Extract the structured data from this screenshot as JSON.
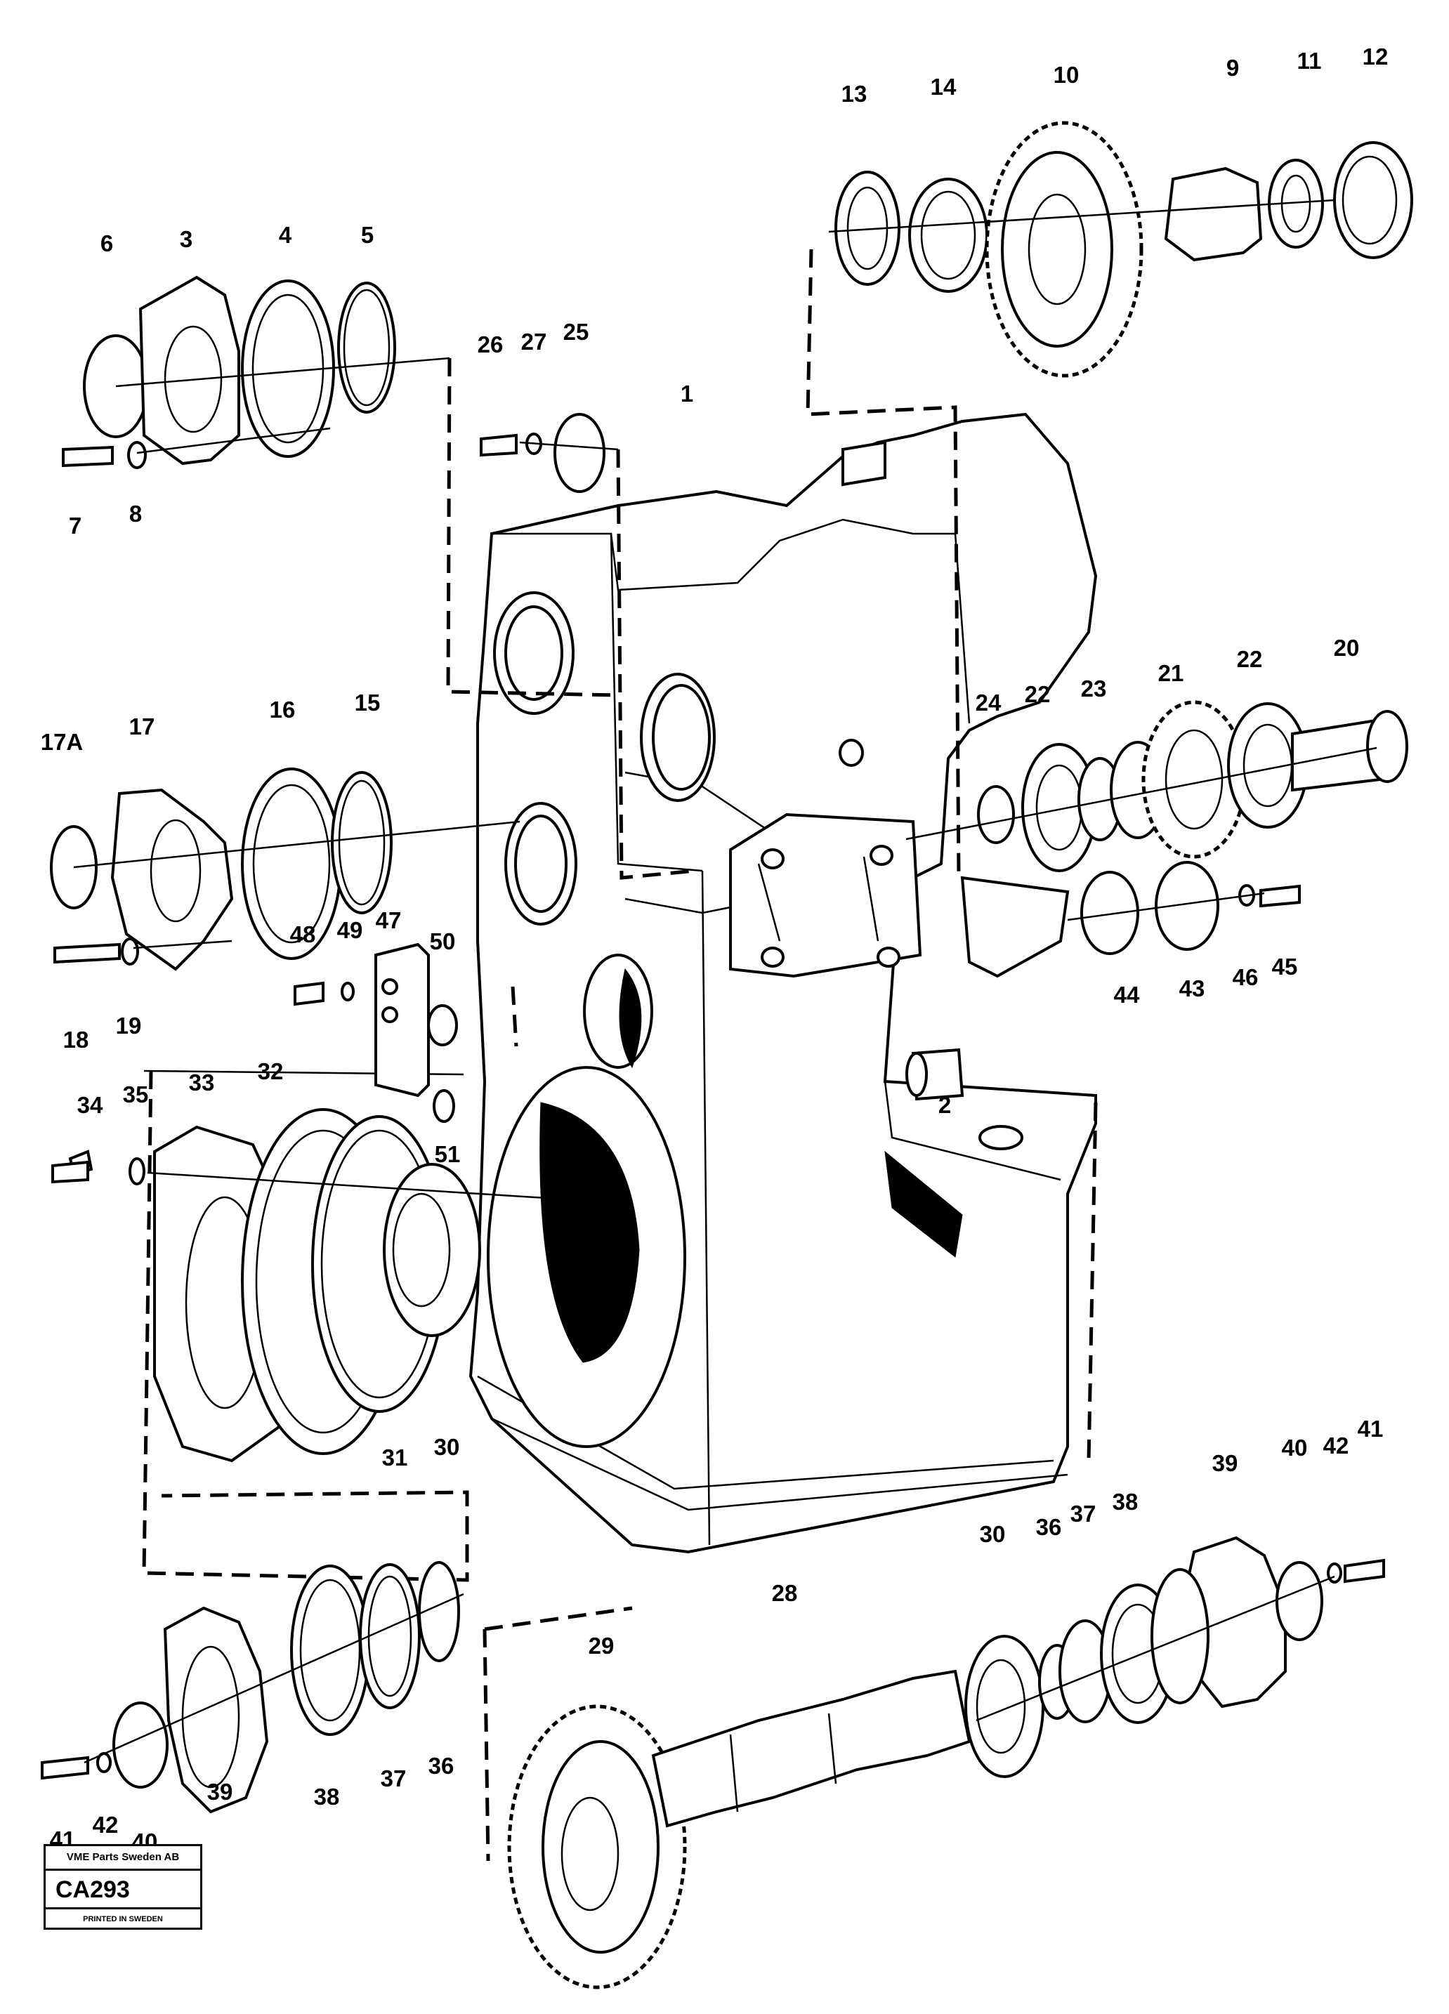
{
  "stamp": {
    "company": "VME Parts Sweden AB",
    "code": "CA293",
    "printed": "PRINTED IN SWEDEN"
  },
  "callouts": [
    {
      "id": "c1",
      "text": "1"
    },
    {
      "id": "c2",
      "text": "2"
    },
    {
      "id": "c3",
      "text": "3"
    },
    {
      "id": "c4",
      "text": "4"
    },
    {
      "id": "c5",
      "text": "5"
    },
    {
      "id": "c6",
      "text": "6"
    },
    {
      "id": "c7",
      "text": "7"
    },
    {
      "id": "c8",
      "text": "8"
    },
    {
      "id": "c9",
      "text": "9"
    },
    {
      "id": "c10",
      "text": "10"
    },
    {
      "id": "c11",
      "text": "11"
    },
    {
      "id": "c12",
      "text": "12"
    },
    {
      "id": "c13",
      "text": "13"
    },
    {
      "id": "c14",
      "text": "14"
    },
    {
      "id": "c15",
      "text": "15"
    },
    {
      "id": "c16",
      "text": "16"
    },
    {
      "id": "c17",
      "text": "17"
    },
    {
      "id": "c17a",
      "text": "17A"
    },
    {
      "id": "c18",
      "text": "18"
    },
    {
      "id": "c19",
      "text": "19"
    },
    {
      "id": "c20",
      "text": "20"
    },
    {
      "id": "c21",
      "text": "21"
    },
    {
      "id": "c22a",
      "text": "22"
    },
    {
      "id": "c22b",
      "text": "22"
    },
    {
      "id": "c23",
      "text": "23"
    },
    {
      "id": "c24",
      "text": "24"
    },
    {
      "id": "c25",
      "text": "25"
    },
    {
      "id": "c26",
      "text": "26"
    },
    {
      "id": "c27",
      "text": "27"
    },
    {
      "id": "c28",
      "text": "28"
    },
    {
      "id": "c29",
      "text": "29"
    },
    {
      "id": "c30a",
      "text": "30"
    },
    {
      "id": "c30b",
      "text": "30"
    },
    {
      "id": "c31",
      "text": "31"
    },
    {
      "id": "c32",
      "text": "32"
    },
    {
      "id": "c33",
      "text": "33"
    },
    {
      "id": "c34",
      "text": "34"
    },
    {
      "id": "c35",
      "text": "35"
    },
    {
      "id": "c36a",
      "text": "36"
    },
    {
      "id": "c36b",
      "text": "36"
    },
    {
      "id": "c37a",
      "text": "37"
    },
    {
      "id": "c37b",
      "text": "37"
    },
    {
      "id": "c38a",
      "text": "38"
    },
    {
      "id": "c38b",
      "text": "38"
    },
    {
      "id": "c39a",
      "text": "39"
    },
    {
      "id": "c39b",
      "text": "39"
    },
    {
      "id": "c40a",
      "text": "40"
    },
    {
      "id": "c40b",
      "text": "40"
    },
    {
      "id": "c41a",
      "text": "41"
    },
    {
      "id": "c41b",
      "text": "41"
    },
    {
      "id": "c42a",
      "text": "42"
    },
    {
      "id": "c42b",
      "text": "42"
    },
    {
      "id": "c43",
      "text": "43"
    },
    {
      "id": "c44",
      "text": "44"
    },
    {
      "id": "c45",
      "text": "45"
    },
    {
      "id": "c46",
      "text": "46"
    },
    {
      "id": "c47",
      "text": "47"
    },
    {
      "id": "c48",
      "text": "48"
    },
    {
      "id": "c49",
      "text": "49"
    },
    {
      "id": "c50",
      "text": "50"
    },
    {
      "id": "c51",
      "text": "51"
    }
  ]
}
